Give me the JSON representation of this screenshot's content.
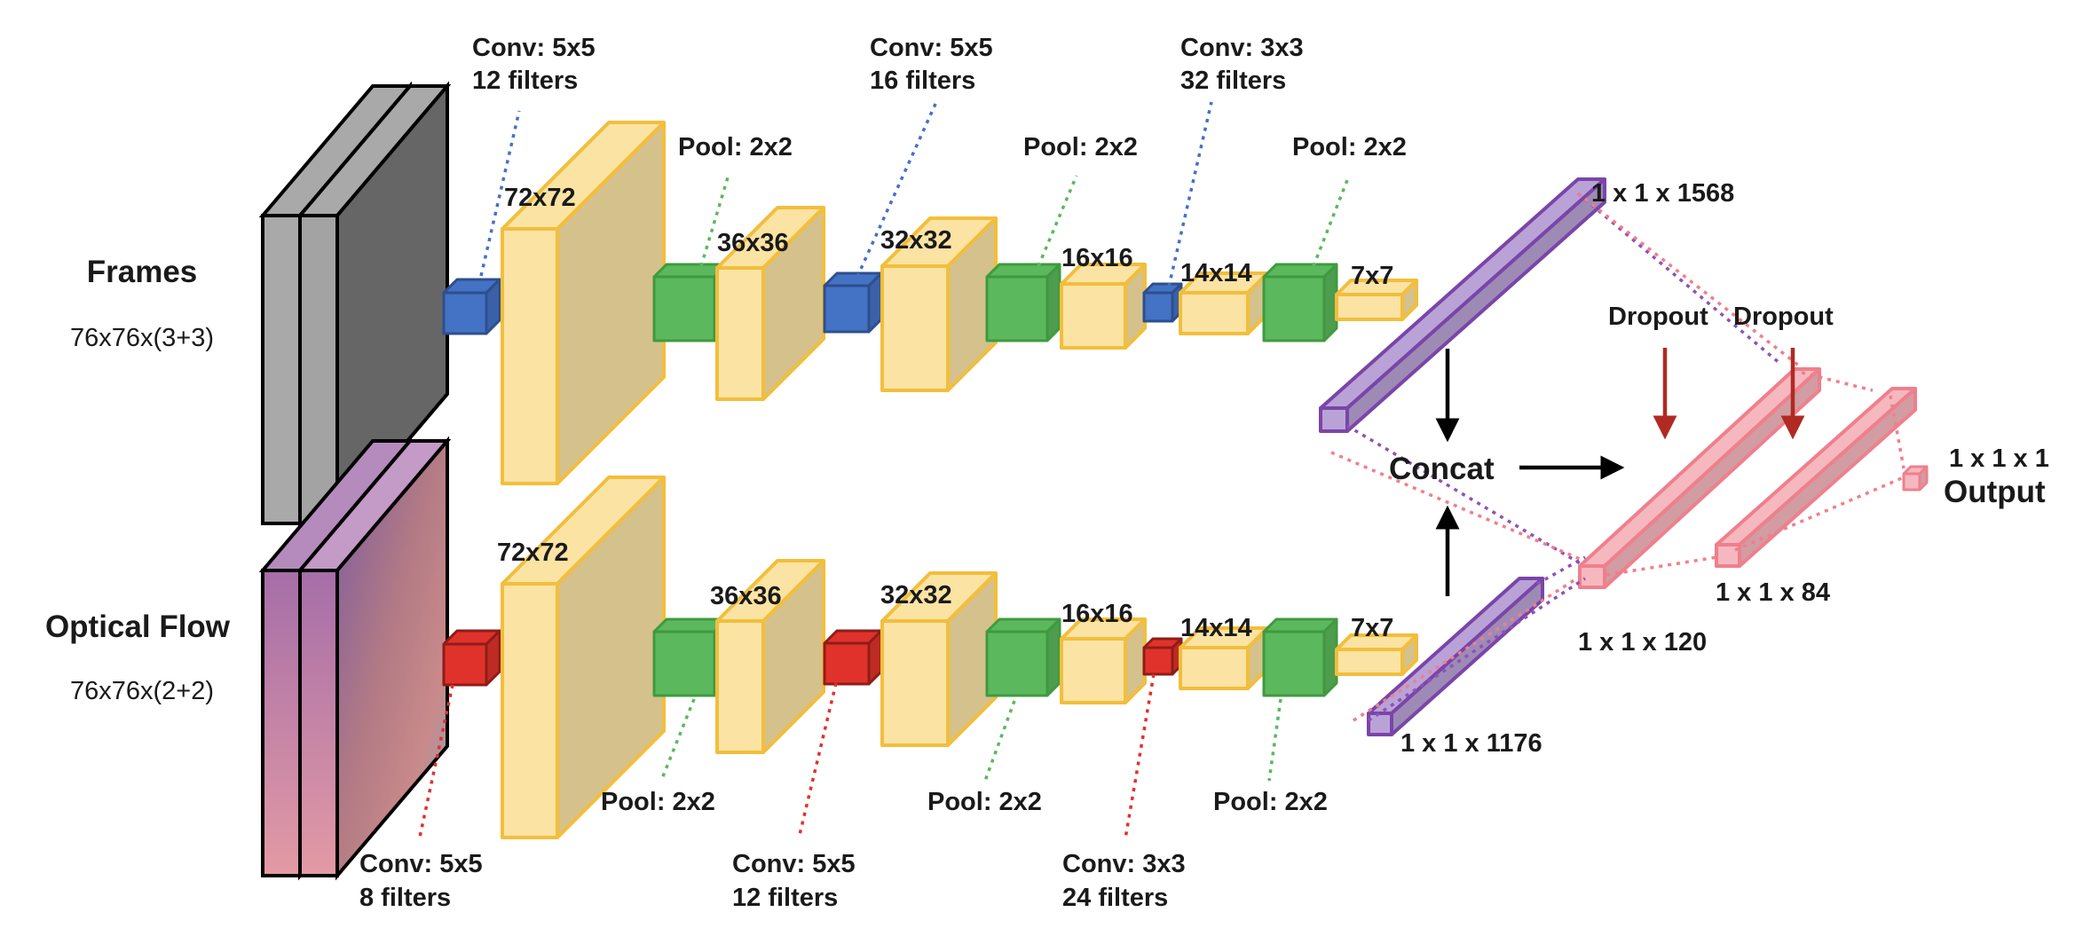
{
  "inputs": {
    "frames": {
      "title": "Frames",
      "dims": "76x76x(3+3)"
    },
    "flow": {
      "title": "Optical Flow",
      "dims": "76x76x(2+2)"
    }
  },
  "top_branch": {
    "conv1": {
      "line1": "Conv: 5x5",
      "line2": "12 filters"
    },
    "fm1": "72x72",
    "pool1": "Pool: 2x2",
    "fm2": "36x36",
    "conv2": {
      "line1": "Conv: 5x5",
      "line2": "16 filters"
    },
    "fm3": "32x32",
    "pool2": "Pool: 2x2",
    "fm4": "16x16",
    "conv3": {
      "line1": "Conv: 3x3",
      "line2": "32 filters"
    },
    "fm5": "14x14",
    "pool3": "Pool: 2x2",
    "fm6": "7x7",
    "vector": "1 x 1 x 1568"
  },
  "bottom_branch": {
    "conv1": {
      "line1": "Conv: 5x5",
      "line2": "8 filters"
    },
    "fm1": "72x72",
    "pool1": "Pool: 2x2",
    "fm2": "36x36",
    "conv2": {
      "line1": "Conv: 5x5",
      "line2": "12 filters"
    },
    "fm3": "32x32",
    "pool2": "Pool: 2x2",
    "fm4": "16x16",
    "conv3": {
      "line1": "Conv: 3x3",
      "line2": "24 filters"
    },
    "fm5": "14x14",
    "pool3": "Pool: 2x2",
    "fm6": "7x7",
    "vector": "1 x 1 x 1176"
  },
  "head": {
    "concat": "Concat",
    "dropout1": "Dropout",
    "dropout2": "Dropout",
    "fc1": "1 x 1 x 120",
    "fc2": "1 x 1 x 84",
    "out_dims": "1 x 1 x 1",
    "output": "Output"
  },
  "colors": {
    "feature_map": "#fbe3a3",
    "feature_edge": "#f2be3c",
    "conv_top": "#4472c4",
    "conv_bottom": "#e0322a",
    "pool": "#5cb85c",
    "vector": "#b9a3d6",
    "vector_edge": "#7a45a8",
    "dense": "#f6b8bf",
    "dense_edge": "#ef7f8c",
    "frames": "#a9a9a9",
    "dropout_arrow": "#b02a22"
  }
}
